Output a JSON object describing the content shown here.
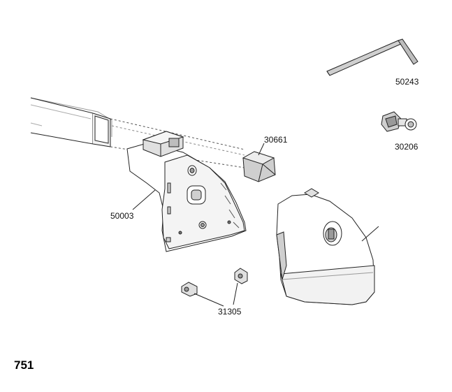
{
  "diagram_code": "751",
  "parts": [
    {
      "id": "hex-key",
      "number": "50243"
    },
    {
      "id": "lock-cylinder",
      "number": "30206"
    },
    {
      "id": "end-cap",
      "number": "30661"
    },
    {
      "id": "foot-bracket",
      "number": "50003"
    },
    {
      "id": "screws",
      "number": "31305"
    }
  ],
  "colors": {
    "line": "#222222",
    "fill": "#ffffff",
    "shade": "#e6e6e6",
    "dark": "#9a9a9a"
  }
}
